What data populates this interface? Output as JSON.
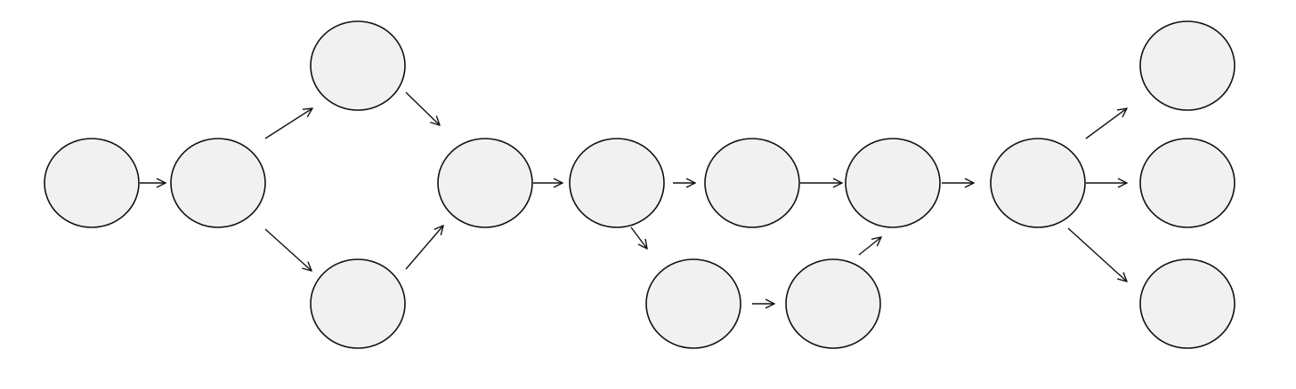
{
  "diagram": {
    "colors": {
      "node_fill": "#f1f1f1",
      "stroke": "#111111",
      "background": "#ffffff"
    },
    "nodes": [
      {
        "id": "n1"
      },
      {
        "id": "n2"
      },
      {
        "id": "n3"
      },
      {
        "id": "n4"
      },
      {
        "id": "n5"
      },
      {
        "id": "n6"
      },
      {
        "id": "n7"
      },
      {
        "id": "n8"
      },
      {
        "id": "n9"
      },
      {
        "id": "n10"
      },
      {
        "id": "n11"
      },
      {
        "id": "n12"
      },
      {
        "id": "n13"
      },
      {
        "id": "n14"
      },
      {
        "id": "n15"
      }
    ],
    "edges": [
      {
        "from": "n1",
        "to": "n2"
      },
      {
        "from": "n2",
        "to": "n3"
      },
      {
        "from": "n2",
        "to": "n4"
      },
      {
        "from": "n3",
        "to": "n5"
      },
      {
        "from": "n4",
        "to": "n5"
      },
      {
        "from": "n5",
        "to": "n6"
      },
      {
        "from": "n6",
        "to": "n7"
      },
      {
        "from": "n6",
        "to": "n8"
      },
      {
        "from": "n7",
        "to": "n9"
      },
      {
        "from": "n8",
        "to": "n10"
      },
      {
        "from": "n10",
        "to": "n9"
      },
      {
        "from": "n9",
        "to": "n11"
      },
      {
        "from": "n11",
        "to": "n12"
      },
      {
        "from": "n11",
        "to": "n13"
      },
      {
        "from": "n11",
        "to": "n14"
      }
    ]
  }
}
